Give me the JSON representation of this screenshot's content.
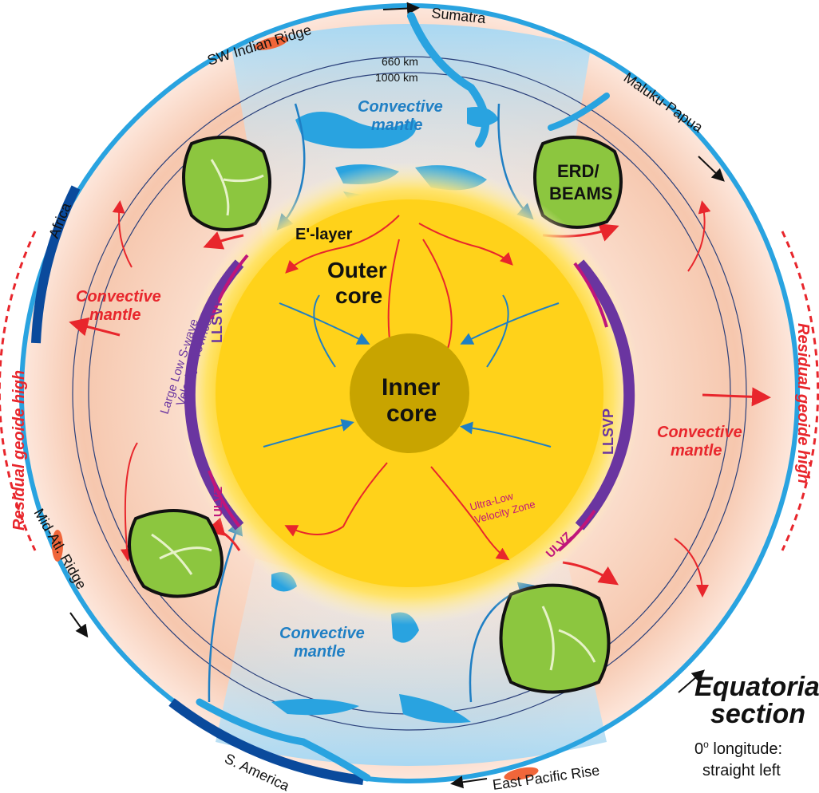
{
  "surface_labels": {
    "sw_indian_ridge": "SW Indian Ridge",
    "sumatra": "Sumatra",
    "maluku_papua": "Maluku-Papua",
    "africa": "Africa",
    "mid_atl_ridge": "Mid-Atl. Ridge",
    "s_america": "S. America",
    "east_pacific_rise": "East Pacific Rise"
  },
  "depth_labels": {
    "d660": "660 km",
    "d1000": "1000 km"
  },
  "mantle_labels": {
    "convective_mantle": "Convective",
    "convective_mantle_2": "mantle"
  },
  "geoid": {
    "residual_geoid_high": "Residual geoide high"
  },
  "core": {
    "outer_core_1": "Outer",
    "outer_core_2": "core",
    "inner_core_1": "Inner",
    "inner_core_2": "core",
    "e_layer": "E'-layer"
  },
  "features": {
    "erd_1": "ERD/",
    "erd_2": "BEAMS",
    "llsvp": "LLSVP",
    "llsvp_full_1": "Large Low S-wave",
    "llsvp_full_2": "Velocity Province",
    "ulvz": "ULVZ",
    "ulvz_full_1": "Ultra-Low",
    "ulvz_full_2": "Velocity Zone"
  },
  "caption": {
    "title_1": "Equatorial",
    "title_2": "section",
    "note_1": "0",
    "note_sup": "o",
    "note_2": " longitude:",
    "note_3": "straight left"
  },
  "colors": {
    "ocean_blue": "#29a3e0",
    "cold_blue": "#3aa3dc",
    "warm_red": "#e8262c",
    "core_yellow": "#ffd21a",
    "inner_core": "#c8a400",
    "llsvp_purple": "#6a35a0",
    "ulvz_magenta": "#c0157a",
    "erd_green": "#8cc63f",
    "continent_navy": "#0a4a9c",
    "ridge_orange": "#f0663a"
  }
}
